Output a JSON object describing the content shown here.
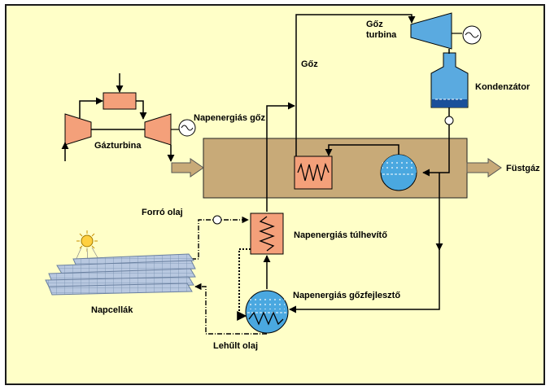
{
  "labels": {
    "steam_turbine_line1": "Gőz",
    "steam_turbine_line2": "turbina",
    "steam": "Gőz",
    "condenser": "Kondenzátor",
    "solar_steam": "Napenergiás gőz",
    "gas_turbine": "Gázturbina",
    "flue_gas": "Füstgáz",
    "hot_oil": "Forró olaj",
    "superheater": "Napenergiás túlhevítő",
    "steam_generator": "Napenergiás gőzfejlesztő",
    "solar_cells": "Napcellák",
    "cooled_oil": "Lehűlt olaj"
  },
  "colors": {
    "background": "#ffffc8",
    "frame": "#1a1a1a",
    "hrsg_duct": "#c8aa78",
    "heater": "#f4a07a",
    "gas_turbine": "#f4a07a",
    "steam_turbine": "#5aaae0",
    "drum_water": "#4aa8e0",
    "sun": "#ffd040",
    "panel": "#b8c8e0"
  }
}
